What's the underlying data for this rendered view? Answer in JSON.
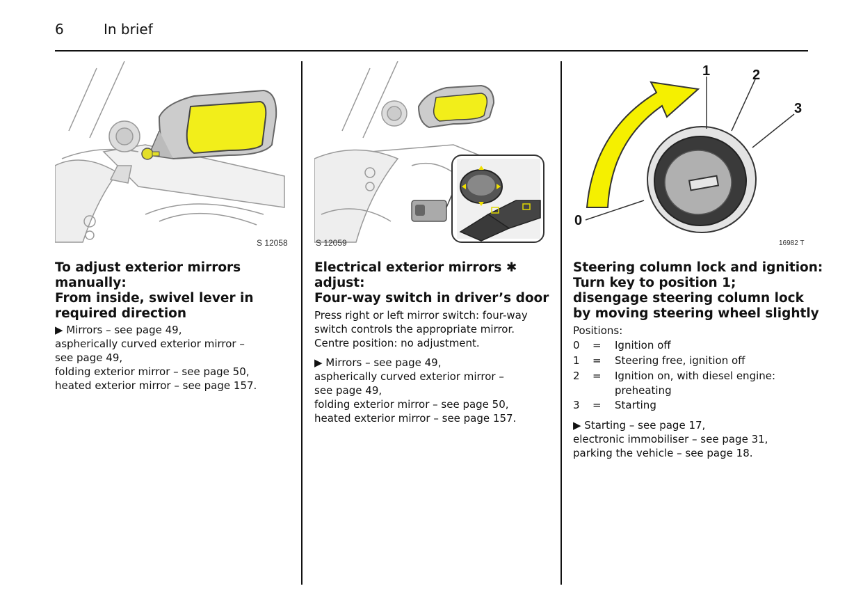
{
  "header": {
    "page_number": "6",
    "section": "In brief"
  },
  "column1": {
    "figure_code": "S 12058",
    "heading_lines": [
      "To adjust exterior mirrors",
      "manually:",
      "From inside, swivel lever in",
      "required direction"
    ],
    "body_lines": [
      "▶ Mirrors – see page 49,",
      "aspherically curved exterior mirror –",
      "see page 49,",
      "folding exterior mirror – see page 50,",
      "heated exterior mirror – see page 157."
    ]
  },
  "column2": {
    "figure_code": "S 12059",
    "heading_lines": [
      "Electrical exterior mirrors ✱",
      "adjust:",
      "Four-way switch in driver’s door"
    ],
    "intro_lines": [
      "Press right or left mirror switch: four-way",
      "switch controls the appropriate mirror.",
      "Centre position: no adjustment."
    ],
    "body_lines": [
      "▶ Mirrors – see page 49,",
      "aspherically curved exterior mirror –",
      "see page 49,",
      "folding exterior mirror – see page 50,",
      "heated exterior mirror – see page 157."
    ]
  },
  "column3": {
    "figure_code": "16982 T",
    "figure_labels": [
      "1",
      "2",
      "3",
      "0"
    ],
    "heading_lines": [
      "Steering column lock and ignition:",
      "Turn key to position 1;",
      "disengage steering column lock",
      "by moving steering wheel slightly"
    ],
    "positions_label": "Positions:",
    "positions": [
      {
        "num": "0",
        "eq": "=",
        "text": "Ignition off"
      },
      {
        "num": "1",
        "eq": "=",
        "text": "Steering free, ignition off"
      },
      {
        "num": "2",
        "eq": "=",
        "text": "Ignition on, with diesel engine:",
        "cont": "preheating"
      },
      {
        "num": "3",
        "eq": "=",
        "text": "Starting"
      }
    ],
    "body_lines": [
      "▶ Starting – see page 17,",
      "electronic immobiliser – see page 31,",
      "parking the vehicle – see page 18."
    ]
  },
  "colors": {
    "mirror_yellow": "#f2ee1a",
    "arrow_yellow": "#f5f000",
    "line_gray": "#999999"
  }
}
